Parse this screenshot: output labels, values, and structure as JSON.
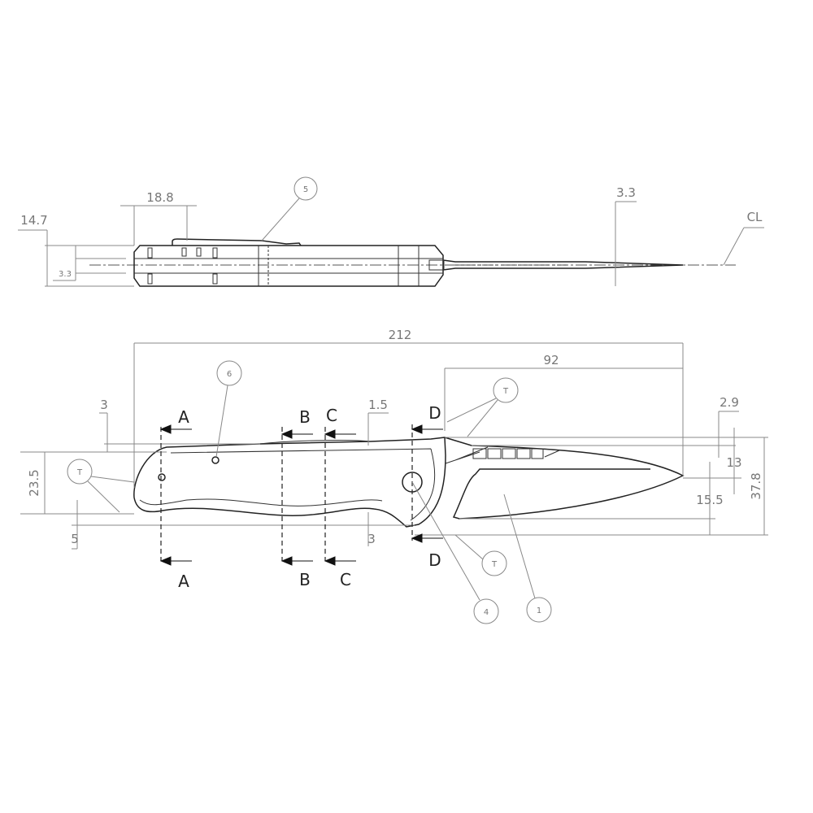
{
  "top_view": {
    "dimensions": {
      "clip_offset": "18.8",
      "overall_thickness": "14.7",
      "blade_gap": "3.3",
      "blade_thickness": "3.3"
    },
    "centerline_symbol": "CL",
    "balloons": [
      "5"
    ]
  },
  "side_view": {
    "dimensions": {
      "overall_length": "212",
      "blade_length": "92",
      "spine_rise": "3",
      "jimping": "1.5",
      "butt_offset": "5",
      "guard": "3",
      "handle_height": "23.5",
      "tip_drop": "2.9",
      "tip_to_spine": "13",
      "tip_to_edge": "15.5",
      "blade_height": "37.8"
    },
    "sections": {
      "a": "A",
      "b": "B",
      "c": "C",
      "d": "D"
    },
    "balloons": {
      "t": "T",
      "pivot": "4",
      "blade": "1",
      "screw": "6"
    }
  }
}
